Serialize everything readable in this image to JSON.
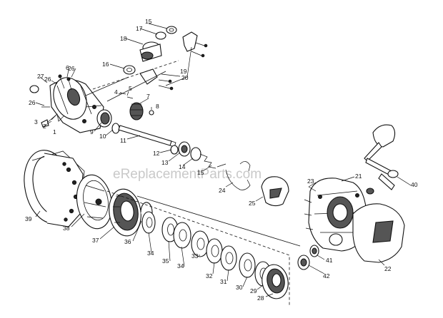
{
  "watermark": "eReplacementParts.com",
  "part_labels": {
    "l1": "1",
    "l2": "2",
    "l3": "3",
    "l4": "4",
    "l5": "5",
    "l6": "6",
    "l7": "7",
    "l8": "8",
    "l9": "9",
    "l10": "10",
    "l11": "11",
    "l12": "12",
    "l13": "13",
    "l14": "14",
    "l15": "15",
    "l16": "16",
    "l17": "17",
    "l18": "18",
    "l19": "19",
    "l20": "20",
    "l21": "21",
    "l22": "22",
    "l23": "23",
    "l24": "24",
    "l25": "25",
    "l26": "26",
    "l26b": "26",
    "l27": "27",
    "l28": "28",
    "l29": "29",
    "l30": "30",
    "l31": "31",
    "l32": "32",
    "l33": "33",
    "l34a": "34",
    "l34b": "34",
    "l35": "35",
    "l36": "36",
    "l37": "37",
    "l38": "38",
    "l39": "39",
    "l40": "40",
    "l41": "41",
    "l42": "42"
  },
  "colors": {
    "ink": "#111111",
    "watermark": "#c9c9c9",
    "background": "#ffffff"
  }
}
